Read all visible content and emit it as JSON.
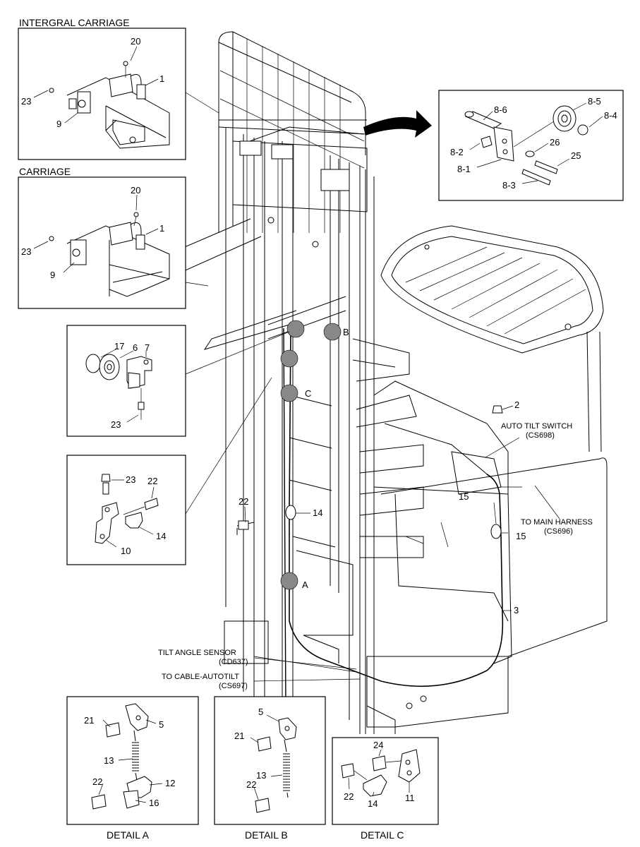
{
  "titles": {
    "integral_carriage": "INTERGRAL CARRIAGE",
    "carriage": "CARRIAGE",
    "detail_a": "DETAIL A",
    "detail_b": "DETAIL B",
    "detail_c": "DETAIL C"
  },
  "panel_integral": {
    "p20": "20",
    "p1": "1",
    "p23": "23",
    "p9": "9"
  },
  "panel_carriage": {
    "p20": "20",
    "p1": "1",
    "p23": "23",
    "p9": "9"
  },
  "panel_pulley": {
    "p8_6": "8-6",
    "p8_5": "8-5",
    "p8_4": "8-4",
    "p8_2": "8-2",
    "p26": "26",
    "p25": "25",
    "p8_1": "8-1",
    "p8_3": "8-3"
  },
  "panel_reel": {
    "p17": "17",
    "p6": "6",
    "p7": "7",
    "p23": "23"
  },
  "panel_bracket": {
    "p23": "23",
    "p22": "22",
    "p14": "14",
    "p10": "10"
  },
  "main": {
    "p2": "2",
    "p22": "22",
    "p14": "14",
    "p15a": "15",
    "p15b": "15",
    "p3": "3",
    "circle_b": "B",
    "circle_c": "C",
    "circle_a": "A",
    "auto_tilt_switch": "AUTO TILT SWITCH",
    "auto_tilt_switch_code": "(CS698)",
    "to_main_harness": "TO MAIN HARNESS",
    "to_main_harness_code": "(CS696)",
    "tilt_angle_sensor": "TILT ANGLE SENSOR",
    "tilt_angle_sensor_code": "(CD637)",
    "to_cable_autotilt": "TO CABLE-AUTOTILT",
    "to_cable_autotilt_code": "(CS697)"
  },
  "detail_a": {
    "p21": "21",
    "p5": "5",
    "p13": "13",
    "p22": "22",
    "p12": "12",
    "p16": "16"
  },
  "detail_b": {
    "p5": "5",
    "p21": "21",
    "p13": "13",
    "p22": "22"
  },
  "detail_c": {
    "p24": "24",
    "p22": "22",
    "p14": "14",
    "p11": "11"
  }
}
